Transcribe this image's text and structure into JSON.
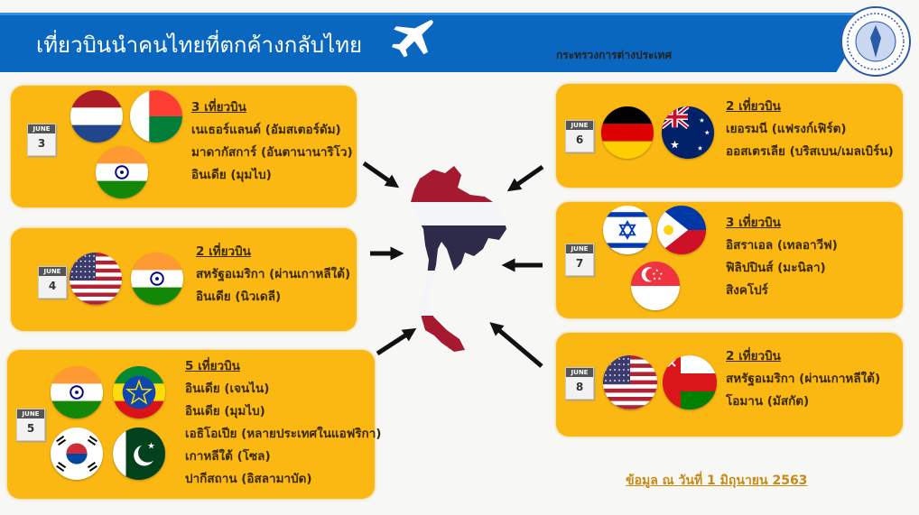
{
  "header": {
    "title": "เที่ยวบินนำคนไทยที่ตกค้างกลับไทย",
    "ministry": "กระทรวงการต่างประเทศ"
  },
  "colors": {
    "banner": "#0a67c0",
    "box": "#fbb812",
    "footer": "#c98a12"
  },
  "boxes": [
    {
      "month": "JUNE",
      "day": "3",
      "heading": "3 เที่ยวบิน",
      "lines": [
        "เนเธอร์แลนด์ (อัมสเตอร์ดัม)",
        "มาดากัสการ์ (อันตานานาริโว)",
        "อินเดีย (มุมไบ)"
      ],
      "flags": [
        "netherlands",
        "madagascar",
        "india"
      ]
    },
    {
      "month": "JUNE",
      "day": "4",
      "heading": "2 เที่ยวบิน",
      "lines": [
        "สหรัฐอเมริกา (ผ่านเกาหลีใต้)",
        "อินเดีย (นิวเดลี)"
      ],
      "flags": [
        "usa",
        "india"
      ]
    },
    {
      "month": "JUNE",
      "day": "5",
      "heading": "5 เที่ยวบิน",
      "lines": [
        "อินเดีย (เจนไน)",
        "อินเดีย (มุมไบ)",
        "เอธิโอเปีย (หลายประเทศในแอฟริกา)",
        "เกาหลีใต้ (โซล)",
        "ปากีสถาน (อิสลามาบัด)"
      ],
      "flags": [
        "india",
        "ethiopia",
        "korea",
        "pakistan"
      ]
    },
    {
      "month": "JUNE",
      "day": "6",
      "heading": "2 เที่ยวบิน",
      "lines": [
        "เยอรมนี (แฟรงก์เฟิร์ต)",
        "ออสเตรเลีย (บริสเบน/เมลเบิร์น)"
      ],
      "flags": [
        "germany",
        "australia"
      ]
    },
    {
      "month": "JUNE",
      "day": "7",
      "heading": "3 เที่ยวบิน",
      "lines": [
        "อิสราเอล (เทลอาวีฟ)",
        "ฟิลิปปินส์ (มะนิลา)",
        "สิงคโปร์"
      ],
      "flags": [
        "israel",
        "philippines",
        "singapore"
      ]
    },
    {
      "month": "JUNE",
      "day": "8",
      "heading": "2 เที่ยวบิน",
      "lines": [
        "สหรัฐอเมริกา (ผ่านเกาหลีใต้)",
        "โอมาน (มัสกัต)"
      ],
      "flags": [
        "usa",
        "oman"
      ]
    }
  ],
  "footer": "ข้อมูล ณ วันที่ 1 มิถุนายน 2563"
}
